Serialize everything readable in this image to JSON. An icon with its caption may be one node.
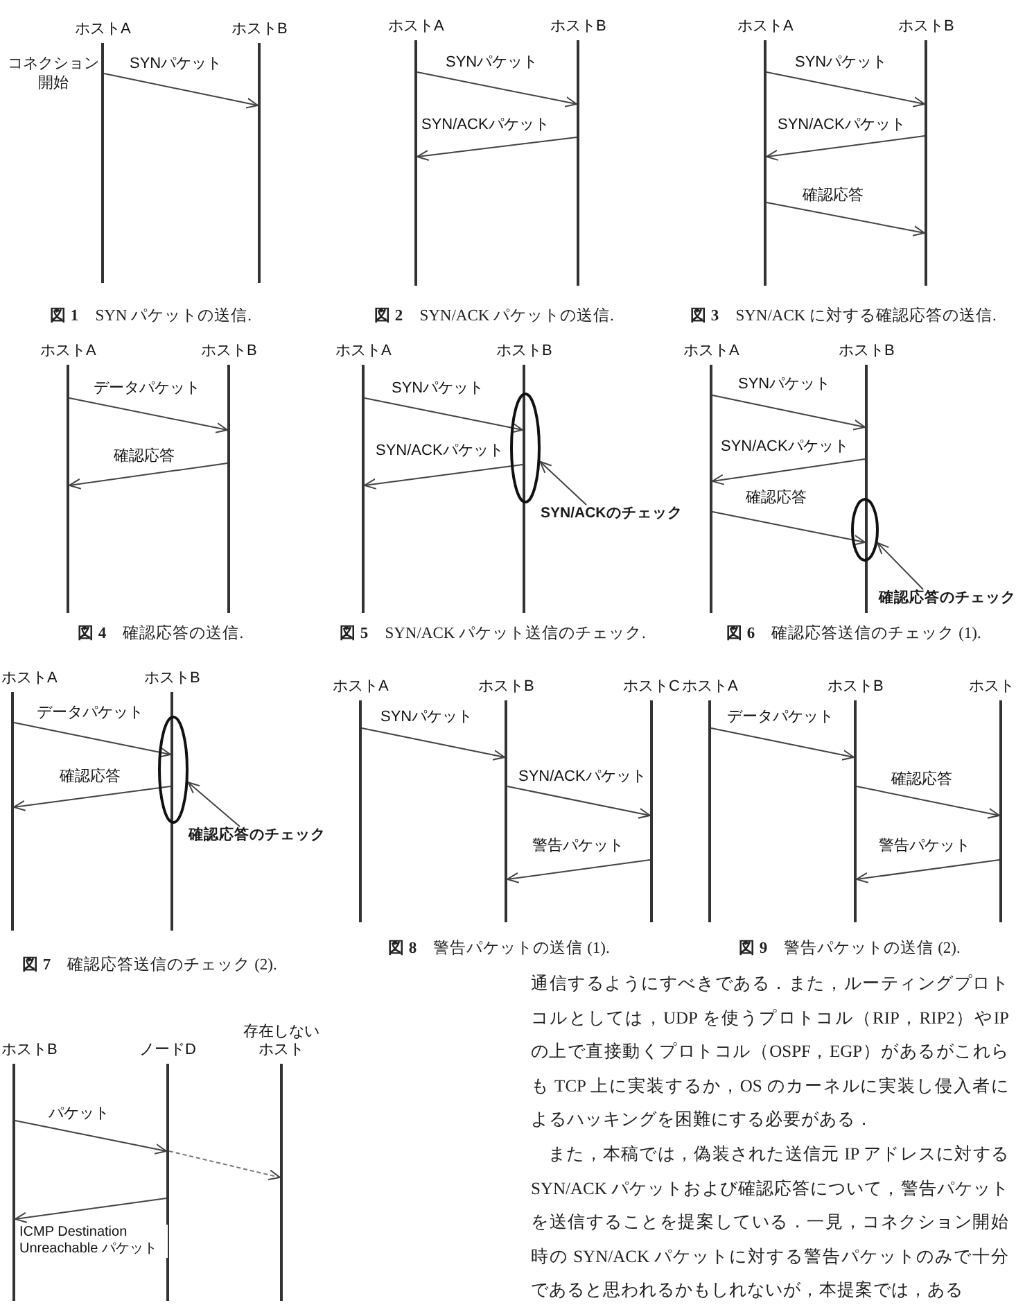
{
  "diagram": {
    "nodes": [
      {
        "text": [
          "ホストA"
        ]
      },
      {
        "text": [
          "ホストB"
        ]
      },
      {
        "text": [
          "ホストA"
        ]
      },
      {
        "text": [
          "ホストB"
        ]
      },
      {
        "text": [
          "ホストA"
        ]
      },
      {
        "text": [
          "ホストB"
        ]
      },
      {
        "text": [
          "ホストA"
        ]
      },
      {
        "text": [
          "ホストB"
        ]
      },
      {
        "text": [
          "ホストA"
        ]
      },
      {
        "text": [
          "ホストB"
        ]
      },
      {
        "text": [],
        "shape": "ellipse"
      },
      {
        "text": [
          "SYN/ACKのチェック"
        ]
      },
      {
        "text": [
          "ホストA"
        ]
      },
      {
        "text": [
          "ホストB"
        ]
      },
      {
        "text": [],
        "shape": "ellipse"
      },
      {
        "text": [
          "確認応答のチェック"
        ]
      },
      {
        "text": [
          "ホストA"
        ]
      },
      {
        "text": [
          "ホストB"
        ]
      },
      {
        "text": [],
        "shape": "ellipse"
      },
      {
        "text": [
          "確認応答のチェック"
        ]
      },
      {
        "text": [
          "ホストA"
        ]
      },
      {
        "text": [
          "ホストB"
        ]
      },
      {
        "text": [
          "ホストC"
        ]
      },
      {
        "text": [
          "ホストA"
        ]
      },
      {
        "text": [
          "ホストB"
        ]
      },
      {
        "text": [
          "ホスト"
        ]
      },
      {
        "text": [
          "ホストB"
        ]
      },
      {
        "text": [
          "ノードD"
        ]
      },
      {
        "text": [
          "存在しないホスト"
        ]
      }
    ],
    "edges": [
      {
        "from": 0,
        "to": 1,
        "arrow": "to",
        "label": "SYNパケット"
      },
      {
        "from": 2,
        "to": 3,
        "arrow": "to",
        "label": "SYNパケット"
      },
      {
        "from": 3,
        "to": 2,
        "arrow": "to",
        "label": "SYN/ACKパケット"
      },
      {
        "from": 4,
        "to": 5,
        "arrow": "to",
        "label": "SYNパケット"
      },
      {
        "from": 5,
        "to": 4,
        "arrow": "to",
        "label": "SYN/ACKパケット"
      },
      {
        "from": 4,
        "to": 5,
        "arrow": "to",
        "label": "確認応答"
      },
      {
        "from": 6,
        "to": 7,
        "arrow": "to",
        "label": "データパケット"
      },
      {
        "from": 7,
        "to": 6,
        "arrow": "to",
        "label": "確認応答"
      },
      {
        "from": 8,
        "to": 9,
        "arrow": "to",
        "label": "SYNパケット"
      },
      {
        "from": 9,
        "to": 8,
        "arrow": "to",
        "label": "SYN/ACKパケット"
      },
      {
        "from": 11,
        "to": 10,
        "arrow": "to"
      },
      {
        "from": 12,
        "to": 13,
        "arrow": "to",
        "label": "SYNパケット"
      },
      {
        "from": 13,
        "to": 12,
        "arrow": "to",
        "label": "SYN/ACKパケット"
      },
      {
        "from": 12,
        "to": 13,
        "arrow": "to",
        "label": "確認応答"
      },
      {
        "from": 15,
        "to": 14,
        "arrow": "to"
      },
      {
        "from": 16,
        "to": 17,
        "arrow": "to",
        "label": "データパケット"
      },
      {
        "from": 17,
        "to": 16,
        "arrow": "to",
        "label": "確認応答"
      },
      {
        "from": 19,
        "to": 18,
        "arrow": "to"
      },
      {
        "from": 20,
        "to": 21,
        "arrow": "to",
        "label": "SYNパケット"
      },
      {
        "from": 21,
        "to": 22,
        "arrow": "to",
        "label": "SYN/ACKパケット"
      },
      {
        "from": 22,
        "to": 21,
        "arrow": "to",
        "label": "警告パケット"
      },
      {
        "from": 23,
        "to": 24,
        "arrow": "to",
        "label": "データパケット"
      },
      {
        "from": 24,
        "to": 25,
        "arrow": "to",
        "label": "確認応答"
      },
      {
        "from": 25,
        "to": 24,
        "arrow": "to",
        "label": "警告パケット"
      },
      {
        "from": 26,
        "to": 27,
        "arrow": "to",
        "label": "パケット"
      },
      {
        "from": 27,
        "to": 28,
        "arrow": "to",
        "style": "dashed"
      },
      {
        "from": 27,
        "to": 26,
        "arrow": "to",
        "label": "ICMP Destination Unreachable パケット"
      }
    ],
    "labels": [
      "コネクション開始",
      "**図 1** SYN パケットの送信.",
      "**図 2** SYN/ACK パケットの送信.",
      "**図 3** SYN/ACK に対する確認応答の送信.",
      "**図 4** 確認応答の送信.",
      "**図 5** SYN/ACK パケット送信のチェック.",
      "**図 6** 確認応答送信のチェック (1).",
      "**図 7** 確認応答送信のチェック (2).",
      "**図 8** 警告パケットの送信 (1).",
      "**図 9** 警告パケットの送信 (2).",
      "通信するようにすべきである．また，ルーティングプロトコルとしては，UDP を使うプロトコル（RIP，RIP2）やIP の上で直接動くプロトコル（OSPF，EGP）があるがこれらも TCP 上に実装するか，OS のカーネルに実装し侵入者によるハッキングを困難にする必要がある．",
      "また，本稿では，偽装された送信元 IP アドレスに対するSYN/ACK パケットおよび確認応答について，警告パケットを送信することを提案している．一見，コネクション開始時の SYN/ACK パケットに対する警告パケットのみで十分であると思われるかもしれないが，本提案では，ある"
    ]
  }
}
